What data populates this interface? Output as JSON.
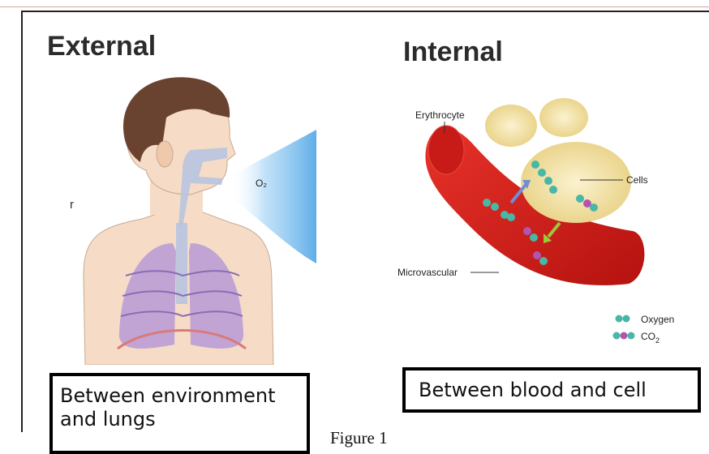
{
  "headings": {
    "external": "External",
    "internal": "Internal"
  },
  "external_panel": {
    "gas_label": "O₂",
    "stray_text": "r",
    "caption": "Between environment and lungs"
  },
  "internal_panel": {
    "labels": {
      "erythrocyte": "Erythrocyte",
      "cells": "Cells",
      "microvascular": "Microvascular"
    },
    "legend": {
      "oxygen": "Oxygen",
      "co2_prefix": "CO",
      "co2_sub": "2"
    },
    "caption": "Between blood and cell"
  },
  "figure_caption": "Figure 1",
  "colors": {
    "skin": "#f6dcc6",
    "hair": "#6a4330",
    "airway": "#b8c4e0",
    "lungs": "#b79ad6",
    "breath": "#a9d6f5",
    "blood": "#d7221f",
    "cell": "#f3e2a5",
    "oxygen": "#49b7a6",
    "co2": "#b056b0"
  }
}
